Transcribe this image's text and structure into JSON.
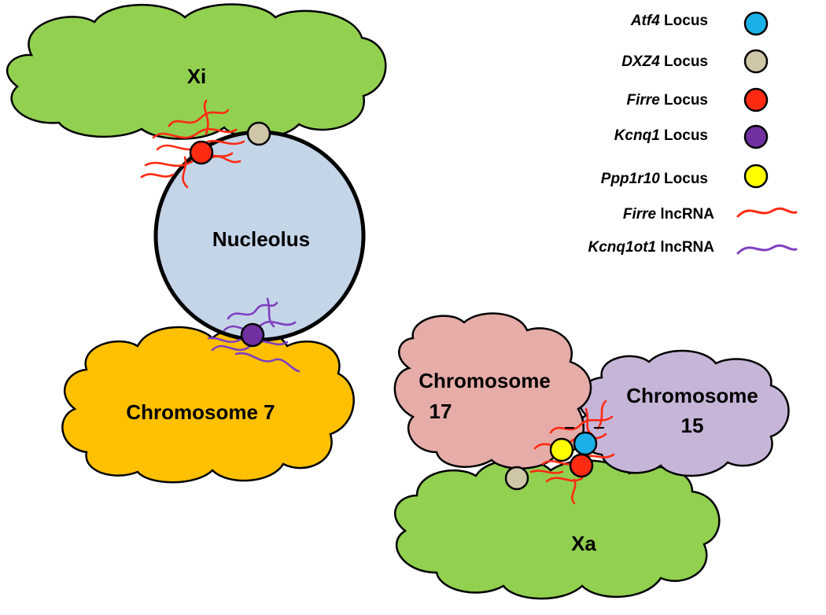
{
  "diagram": {
    "regions": {
      "xi": "Xi",
      "nucleolus": "Nucleolus",
      "chr7": "Chromosome 7",
      "chr17_line1": "Chromosome",
      "chr17_line2": "17",
      "chr15_line1": "Chromosome",
      "chr15_line2": "15",
      "xa": "Xa"
    },
    "colors": {
      "xi": "#92d050",
      "xa": "#92d050",
      "nucleolus": "#c5d5e8",
      "chr7": "#ffc000",
      "chr17": "#e6aca8",
      "chr15": "#c7b5d8",
      "atf4": "#1cb0e8",
      "dxz4": "#cfc6a8",
      "firre": "#ff2a12",
      "kcnq1": "#7030a0",
      "ppp1r10": "#ffff00",
      "firre_rna": "#ff2a12",
      "kcnq1ot1_rna": "#8040c0"
    }
  },
  "legend": {
    "items": [
      {
        "italic": "Atf4",
        "rest": " Locus",
        "marker": "circle",
        "color": "#1cb0e8"
      },
      {
        "italic": "DXZ4",
        "rest": " Locus",
        "marker": "circle",
        "color": "#cfc6a8"
      },
      {
        "italic": "Firre",
        "rest": " Locus",
        "marker": "circle",
        "color": "#ff2a12"
      },
      {
        "italic": "Kcnq1",
        "rest": " Locus",
        "marker": "circle",
        "color": "#7030a0"
      },
      {
        "italic": "Ppp1r10",
        "rest": " Locus",
        "marker": "circle",
        "color": "#ffff00"
      },
      {
        "italic": "Firre",
        "rest": " lncRNA",
        "marker": "wave",
        "color": "#ff2a12"
      },
      {
        "italic": "Kcnq1ot1",
        "rest": " lncRNA",
        "marker": "wave",
        "color": "#8040c0"
      }
    ]
  }
}
